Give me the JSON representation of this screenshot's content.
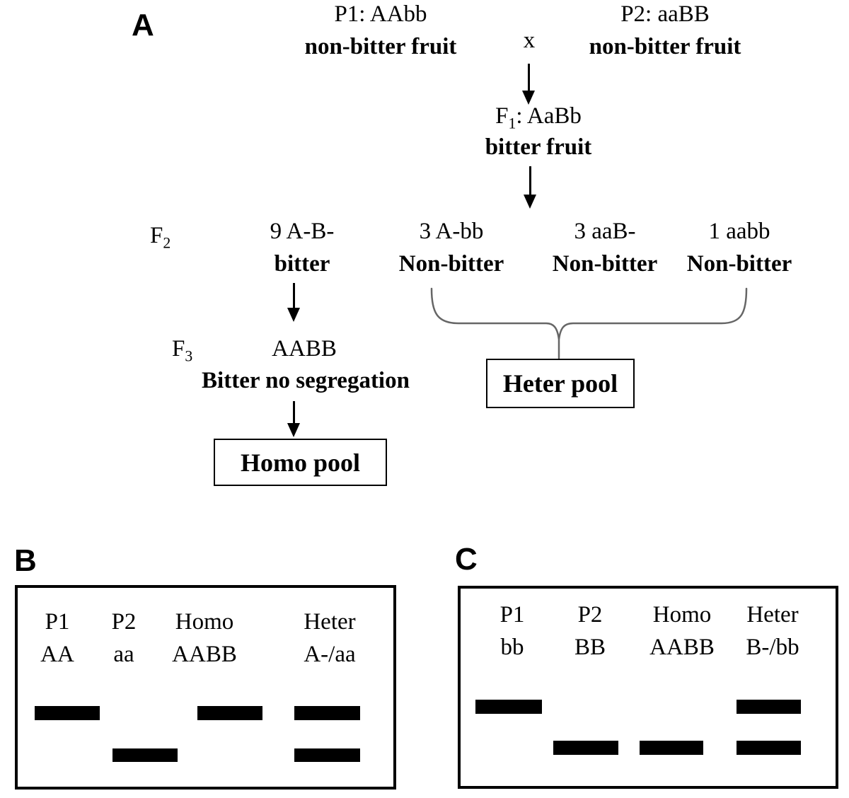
{
  "panelA": {
    "label": "A",
    "p1": {
      "genotype": "P1: AAbb",
      "phenotype": "non-bitter fruit"
    },
    "cross_symbol": "x",
    "p2": {
      "genotype": "P2: aaBB",
      "phenotype": "non-bitter fruit"
    },
    "f1": {
      "gen": "F",
      "sub": "1",
      "rest": ": AaBb",
      "phenotype": "bitter fruit"
    },
    "f2": {
      "gen": "F",
      "sub": "2",
      "classes": [
        {
          "ratio_genotype": "9 A-B-",
          "phenotype": "bitter"
        },
        {
          "ratio_genotype": "3 A-bb",
          "phenotype": "Non-bitter"
        },
        {
          "ratio_genotype": "3 aaB-",
          "phenotype": "Non-bitter"
        },
        {
          "ratio_genotype": "1 aabb",
          "phenotype": "Non-bitter"
        }
      ]
    },
    "f3": {
      "gen": "F",
      "sub": "3",
      "genotype": "AABB",
      "phenotype": "Bitter no segregation"
    },
    "homo_pool_label": "Homo pool",
    "heter_pool_label": "Heter pool"
  },
  "panelB": {
    "label": "B",
    "lanes": [
      {
        "name": "P1",
        "genotype": "AA",
        "bands": [
          "upper"
        ]
      },
      {
        "name": "P2",
        "genotype": "aa",
        "bands": [
          "lower"
        ]
      },
      {
        "name": "Homo",
        "genotype": "AABB",
        "bands": [
          "upper"
        ]
      },
      {
        "name": "Heter",
        "genotype": "A-/aa",
        "bands": [
          "upper",
          "lower"
        ]
      }
    ]
  },
  "panelC": {
    "label": "C",
    "lanes": [
      {
        "name": "P1",
        "genotype": "bb",
        "bands": [
          "upper"
        ]
      },
      {
        "name": "P2",
        "genotype": "BB",
        "bands": [
          "lower"
        ]
      },
      {
        "name": "Homo",
        "genotype": "AABB",
        "bands": [
          "lower"
        ]
      },
      {
        "name": "Heter",
        "genotype": "B-/bb",
        "bands": [
          "upper",
          "lower"
        ]
      }
    ]
  },
  "colors": {
    "text": "#000000",
    "band": "#000000",
    "brace": "#666666"
  }
}
